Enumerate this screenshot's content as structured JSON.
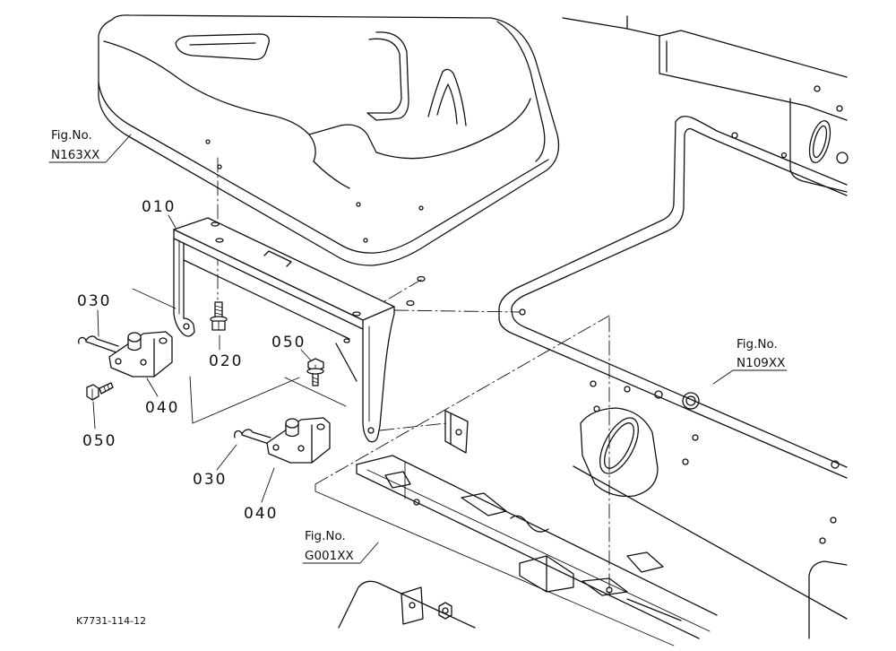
{
  "figure_refs": [
    {
      "label": "Fig.No.",
      "code": "N163XX"
    },
    {
      "label": "Fig.No.",
      "code": "N109XX"
    },
    {
      "label": "Fig.No.",
      "code": "G001XX"
    }
  ],
  "callouts": [
    "010",
    "030",
    "020",
    "050",
    "040",
    "050",
    "030",
    "040"
  ],
  "drawing_number": "K7731-114-12"
}
